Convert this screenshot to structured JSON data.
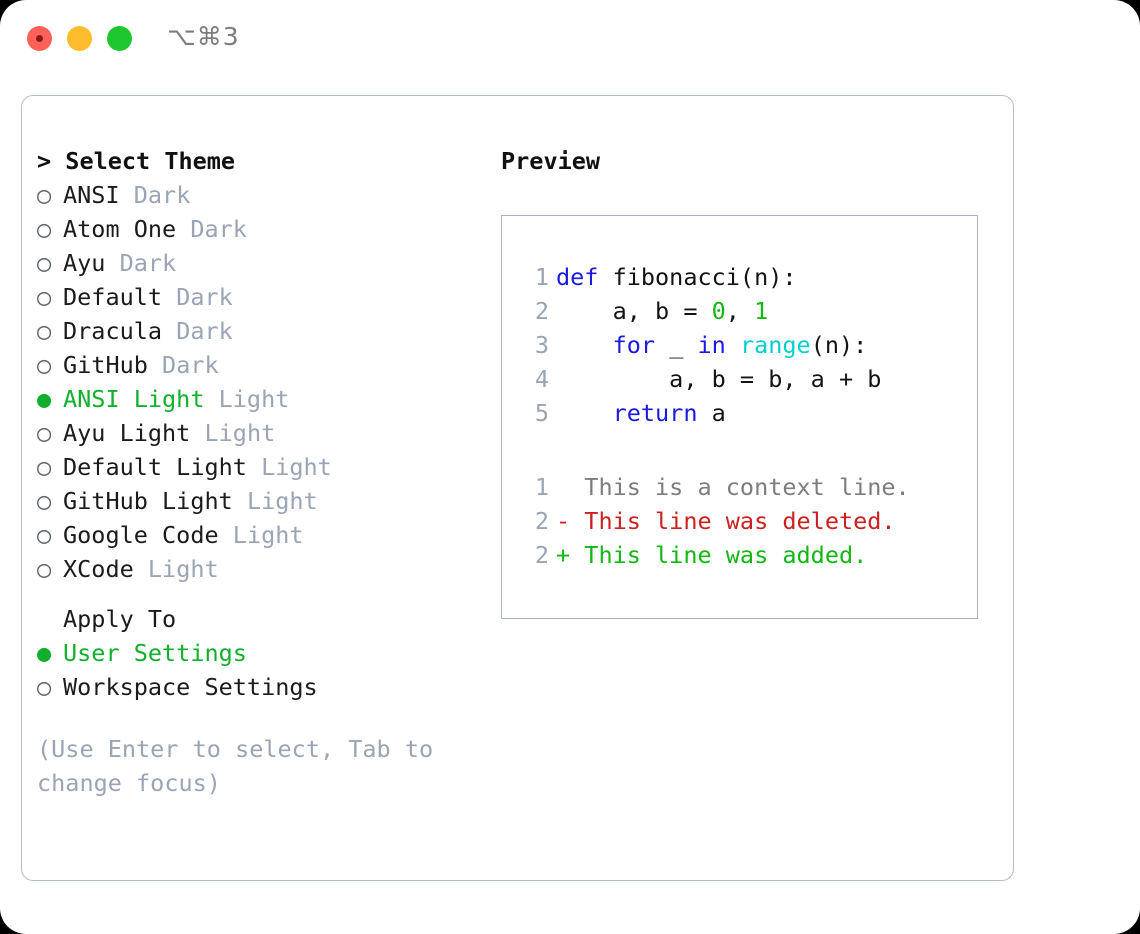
{
  "window": {
    "title": "⌥⌘3",
    "traffic_lights": [
      "close",
      "minimize",
      "zoom"
    ]
  },
  "colors": {
    "accent_green": "#10b02c",
    "muted": "#9aa4b4",
    "border": "#b3bcc9",
    "keyword_blue": "#1a1ae0",
    "function_cyan": "#00cfcf",
    "number_green": "#12b812",
    "diff_delete_red": "#cc2020",
    "diff_add_green": "#12b812",
    "diff_context_gray": "#7d7d7d"
  },
  "theme_picker": {
    "heading": "> Select Theme",
    "items": [
      {
        "marker": "○",
        "name": "ANSI",
        "kind": "Dark",
        "selected": false
      },
      {
        "marker": "○",
        "name": "Atom One",
        "kind": "Dark",
        "selected": false
      },
      {
        "marker": "○",
        "name": "Ayu",
        "kind": "Dark",
        "selected": false
      },
      {
        "marker": "○",
        "name": "Default",
        "kind": "Dark",
        "selected": false
      },
      {
        "marker": "○",
        "name": "Dracula",
        "kind": "Dark",
        "selected": false
      },
      {
        "marker": "○",
        "name": "GitHub",
        "kind": "Dark",
        "selected": false
      },
      {
        "marker": "●",
        "name": "ANSI Light",
        "kind": "Light",
        "selected": true
      },
      {
        "marker": "○",
        "name": "Ayu Light",
        "kind": "Light",
        "selected": false
      },
      {
        "marker": "○",
        "name": "Default Light",
        "kind": "Light",
        "selected": false
      },
      {
        "marker": "○",
        "name": "GitHub Light",
        "kind": "Light",
        "selected": false
      },
      {
        "marker": "○",
        "name": "Google Code",
        "kind": "Light",
        "selected": false
      },
      {
        "marker": "○",
        "name": "XCode",
        "kind": "Light",
        "selected": false
      }
    ]
  },
  "apply_to": {
    "heading": "Apply To",
    "options": [
      {
        "marker": "●",
        "label": "User Settings",
        "selected": true
      },
      {
        "marker": "○",
        "label": "Workspace Settings",
        "selected": false
      }
    ]
  },
  "hint": "(Use Enter to select, Tab to change focus)",
  "preview": {
    "heading": "Preview",
    "code_lines": [
      {
        "no": "1",
        "tokens": [
          {
            "t": "def ",
            "c": "kw"
          },
          {
            "t": "fibonacci(n):",
            "c": "plain"
          }
        ]
      },
      {
        "no": "2",
        "tokens": [
          {
            "t": "    a, b = ",
            "c": "plain"
          },
          {
            "t": "0",
            "c": "num"
          },
          {
            "t": ", ",
            "c": "plain"
          },
          {
            "t": "1",
            "c": "num"
          }
        ]
      },
      {
        "no": "3",
        "tokens": [
          {
            "t": "    ",
            "c": "plain"
          },
          {
            "t": "for",
            "c": "kw"
          },
          {
            "t": " _ ",
            "c": "plain"
          },
          {
            "t": "in",
            "c": "kw"
          },
          {
            "t": " ",
            "c": "plain"
          },
          {
            "t": "range",
            "c": "fn"
          },
          {
            "t": "(n):",
            "c": "plain"
          }
        ]
      },
      {
        "no": "4",
        "tokens": [
          {
            "t": "        a, b = b, a + b",
            "c": "plain"
          }
        ]
      },
      {
        "no": "5",
        "tokens": [
          {
            "t": "    ",
            "c": "plain"
          },
          {
            "t": "return",
            "c": "kw"
          },
          {
            "t": " a",
            "c": "plain"
          }
        ]
      }
    ],
    "diff_lines": [
      {
        "no": "1",
        "sign": "  ",
        "text": "This is a context line.",
        "kind": "context"
      },
      {
        "no": "2",
        "sign": "- ",
        "text": "This line was deleted.",
        "kind": "delete"
      },
      {
        "no": "2",
        "sign": "+ ",
        "text": "This line was added.",
        "kind": "add"
      }
    ]
  }
}
